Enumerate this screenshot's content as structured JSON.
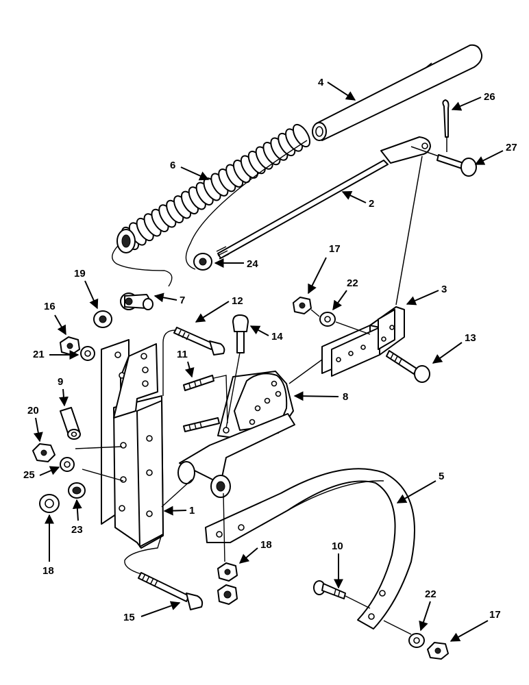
{
  "labels": {
    "l1": "1",
    "l2": "2",
    "l3": "3",
    "l4": "4",
    "l5": "5",
    "l6": "6",
    "l7": "7",
    "l8": "8",
    "l9": "9",
    "l10": "10",
    "l11": "11",
    "l12": "12",
    "l13": "13",
    "l14": "14",
    "l15": "15",
    "l16": "16",
    "l17a": "17",
    "l17b": "17",
    "l18a": "18",
    "l18b": "18",
    "l19": "19",
    "l20": "20",
    "l21": "21",
    "l22a": "22",
    "l22b": "22",
    "l23": "23",
    "l24": "24",
    "l25": "25",
    "l26": "26",
    "l27": "27"
  }
}
